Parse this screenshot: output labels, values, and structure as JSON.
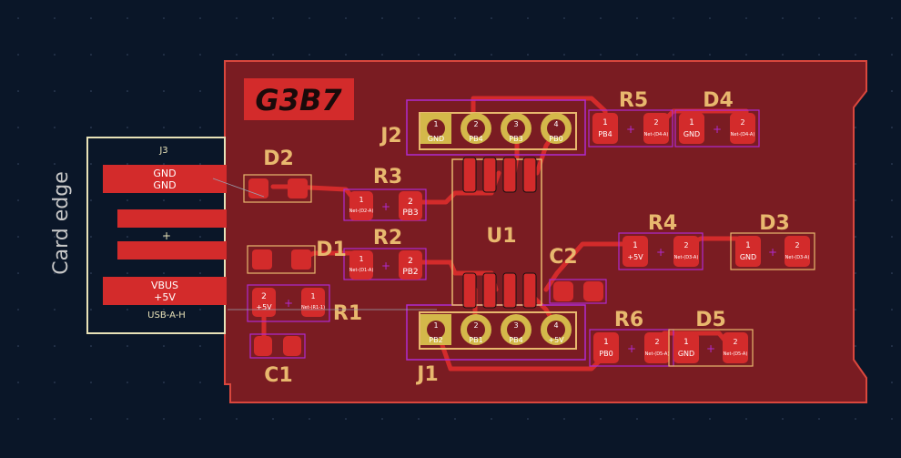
{
  "colors": {
    "background": "#0a1628",
    "board_fill": "#7a1c22",
    "board_outline": "#d9473d",
    "copper": "#d32b2b",
    "pad_label": "#ffffff",
    "silkscreen": "#e8b86e",
    "courtyard": "#b02bd0",
    "edge": "#e8e2b8"
  },
  "board": {
    "logo": "G3B7",
    "card_edge_label": "Card edge"
  },
  "connector": {
    "ref": "J3",
    "footprint": "USB-A-H",
    "pads": [
      {
        "line1": "GND",
        "line2": "GND"
      },
      {
        "line1": "",
        "line2": ""
      },
      {
        "line1": "",
        "line2": ""
      },
      {
        "line1": "VBUS",
        "line2": "+5V"
      }
    ],
    "center_mark": "+"
  },
  "references": {
    "J1": "J1",
    "J2": "J2",
    "U1": "U1",
    "R1": "R1",
    "R2": "R2",
    "R3": "R3",
    "R4": "R4",
    "R5": "R5",
    "R6": "R6",
    "D1": "D1",
    "D2": "D2",
    "D3": "D3",
    "D4": "D4",
    "D5": "D5",
    "C1": "C1",
    "C2": "C2"
  },
  "header_j2": {
    "pins": [
      {
        "num": "1",
        "net": "GND"
      },
      {
        "num": "2",
        "net": "PB4"
      },
      {
        "num": "3",
        "net": "PB3"
      },
      {
        "num": "4",
        "net": "PB0"
      }
    ]
  },
  "header_j1": {
    "pins": [
      {
        "num": "1",
        "net": "PB2"
      },
      {
        "num": "2",
        "net": "PB1"
      },
      {
        "num": "3",
        "net": "PB4"
      },
      {
        "num": "4",
        "net": "+5V"
      }
    ]
  },
  "pad_labels": {
    "r3_1": {
      "num": "1",
      "net": "Net-(D2-A)"
    },
    "r3_2": {
      "num": "2",
      "net": "PB3"
    },
    "r2_1": {
      "num": "1",
      "net": "Net-(D1-A)"
    },
    "r2_2": {
      "num": "2",
      "net": "PB2"
    },
    "r1_1": {
      "num": "1",
      "net": "Net-(R1-1)"
    },
    "r1_2": {
      "num": "2",
      "net": "+5V"
    },
    "r5_1": {
      "num": "1",
      "net": "PB4"
    },
    "r5_2": {
      "num": "2",
      "net": "Net-(D4-A)"
    },
    "d4_1": {
      "num": "1",
      "net": "GND"
    },
    "d4_2": {
      "num": "2",
      "net": "Net-(D4-A)"
    },
    "r4_1": {
      "num": "1",
      "net": "+5V"
    },
    "r4_2": {
      "num": "2",
      "net": "Net-(D3-A)"
    },
    "d3_1": {
      "num": "1",
      "net": "GND"
    },
    "d3_2": {
      "num": "2",
      "net": "Net-(D3-A)"
    },
    "r6_1": {
      "num": "1",
      "net": "PB0"
    },
    "r6_2": {
      "num": "2",
      "net": "Net-(D5-A)"
    },
    "d5_1": {
      "num": "1",
      "net": "GND"
    },
    "d5_2": {
      "num": "2",
      "net": "Net-(D5-A)"
    }
  }
}
